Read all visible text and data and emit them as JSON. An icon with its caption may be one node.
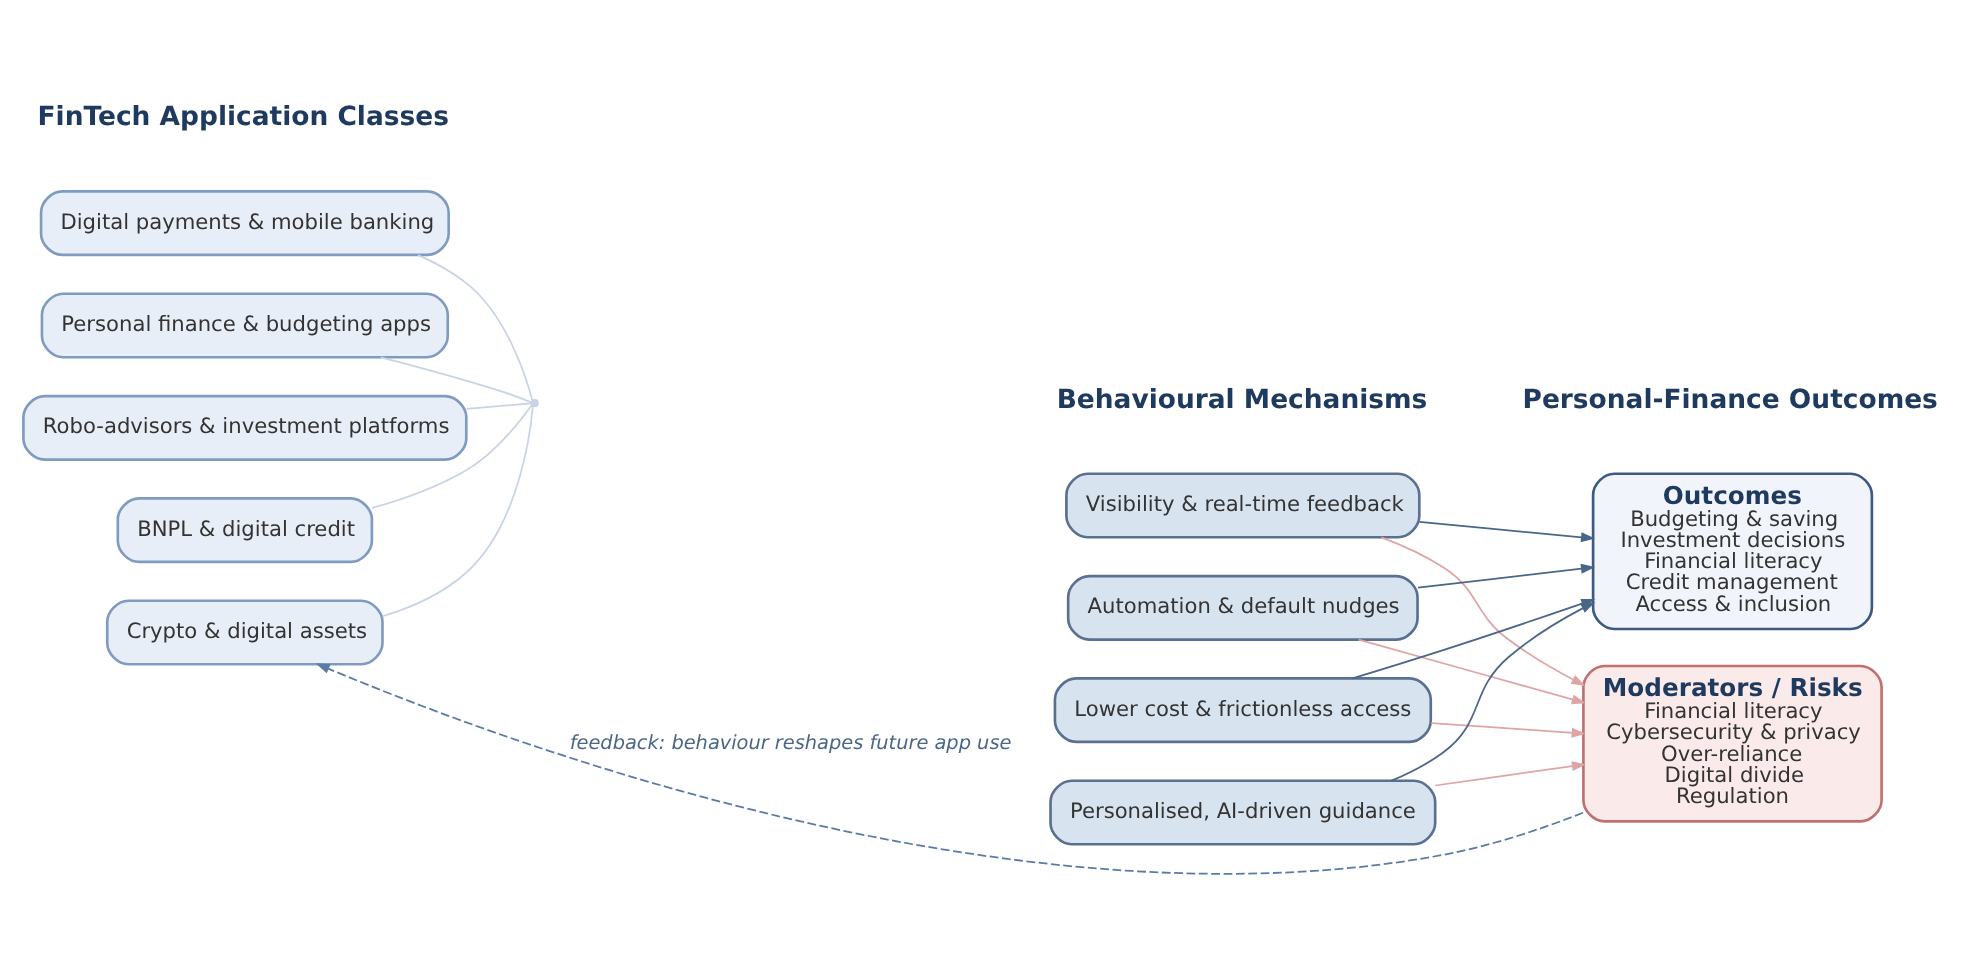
{
  "diagram": {
    "nodes": [
      {
        "text": [
          "Digital payments & mobile banking"
        ]
      },
      {
        "text": [
          "Personal finance & budgeting apps"
        ]
      },
      {
        "text": [
          "Robo-advisors & investment platforms"
        ]
      },
      {
        "text": [
          "BNPL & digital credit"
        ]
      },
      {
        "text": [
          "Crypto & digital assets"
        ]
      },
      {
        "text": [],
        "shape": "point"
      },
      {
        "text": [
          "Visibility & real-time feedback"
        ]
      },
      {
        "text": [
          "Automation & default nudges"
        ]
      },
      {
        "text": [
          "Lower cost & frictionless access"
        ]
      },
      {
        "text": [
          "Personalised, AI-driven guidance"
        ]
      },
      {
        "text": [
          "Outcomes",
          "Budgeting & saving",
          "Investment decisions",
          "Financial literacy",
          "Credit management",
          "Access & inclusion"
        ]
      },
      {
        "text": [
          "Moderators / Risks",
          "Financial literacy",
          "Cybersecurity & privacy",
          "Over-reliance",
          "Digital divide",
          "Regulation"
        ]
      }
    ],
    "edges": [
      {
        "from": 0,
        "to": 5,
        "arrow": "none",
        "color": "#c8d4e4"
      },
      {
        "from": 1,
        "to": 5,
        "arrow": "none",
        "color": "#c8d4e4"
      },
      {
        "from": 2,
        "to": 5,
        "arrow": "none",
        "color": "#c8d4e4"
      },
      {
        "from": 3,
        "to": 5,
        "arrow": "none",
        "color": "#c8d4e4"
      },
      {
        "from": 4,
        "to": 5,
        "arrow": "none",
        "color": "#c8d4e4"
      },
      {
        "from": 6,
        "to": 10,
        "arrow": "to",
        "color": "#4a6688"
      },
      {
        "from": 7,
        "to": 10,
        "arrow": "to",
        "color": "#4a6688"
      },
      {
        "from": 8,
        "to": 10,
        "arrow": "to",
        "color": "#4a6688"
      },
      {
        "from": 9,
        "to": 10,
        "arrow": "to",
        "color": "#4a6688"
      },
      {
        "from": 6,
        "to": 11,
        "arrow": "to",
        "color": "#e0a4a4"
      },
      {
        "from": 7,
        "to": 11,
        "arrow": "to",
        "color": "#e0a4a4"
      },
      {
        "from": 8,
        "to": 11,
        "arrow": "to",
        "color": "#e0a4a4"
      },
      {
        "from": 9,
        "to": 11,
        "arrow": "to",
        "color": "#e0a4a4"
      },
      {
        "from": 11,
        "to": 4,
        "arrow": "to",
        "style": "dashed",
        "color": "#5a7aa8",
        "label": "feedback: behaviour reshapes future app use"
      }
    ],
    "labels": [
      "FinTech Application Classes",
      "Behavioural Mechanisms",
      "Personal-Finance Outcomes"
    ]
  }
}
